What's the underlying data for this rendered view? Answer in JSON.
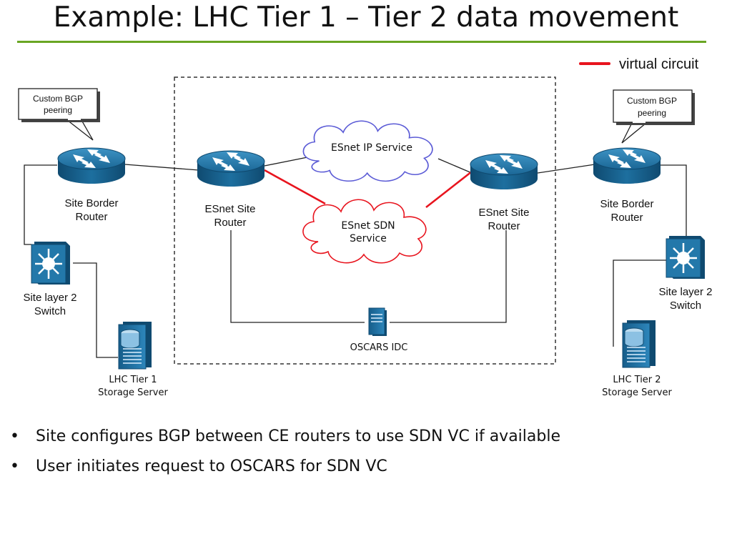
{
  "slide": {
    "title": "Example: LHC Tier 1 – Tier 2 data movement",
    "bullets": [
      "Site configures BGP between CE routers to use SDN VC if available",
      "User initiates request to OSCARS for SDN VC"
    ]
  },
  "diagram": {
    "legend": {
      "label": "virtual circuit",
      "color": "#e8141e"
    },
    "callout_left": [
      "Custom BGP",
      "peering"
    ],
    "callout_right": [
      "Custom BGP",
      "peering"
    ],
    "site_border_router_left": [
      "Site Border",
      "Router"
    ],
    "site_border_router_right": [
      "Site Border",
      "Router"
    ],
    "esnet_site_router_left": [
      "ESnet Site",
      "Router"
    ],
    "esnet_site_router_right": [
      "ESnet Site",
      "Router"
    ],
    "cloud_ip": "ESnet IP Service",
    "cloud_sdn": [
      "ESnet SDN",
      "Service"
    ],
    "switch_left": [
      "Site  layer 2",
      "Switch"
    ],
    "switch_right": [
      "Site  layer 2",
      "Switch"
    ],
    "oscars": "OSCARS IDC",
    "storage_left": [
      "LHC Tier 1",
      "Storage Server"
    ],
    "storage_right": [
      "LHC Tier 2",
      "Storage Server"
    ],
    "colors": {
      "accent_rule": "#6aa624",
      "device_blue": "#1f6f9c",
      "cloud_ip_stroke": "#5b5bd6",
      "cloud_sdn_stroke": "#e8141e"
    }
  }
}
